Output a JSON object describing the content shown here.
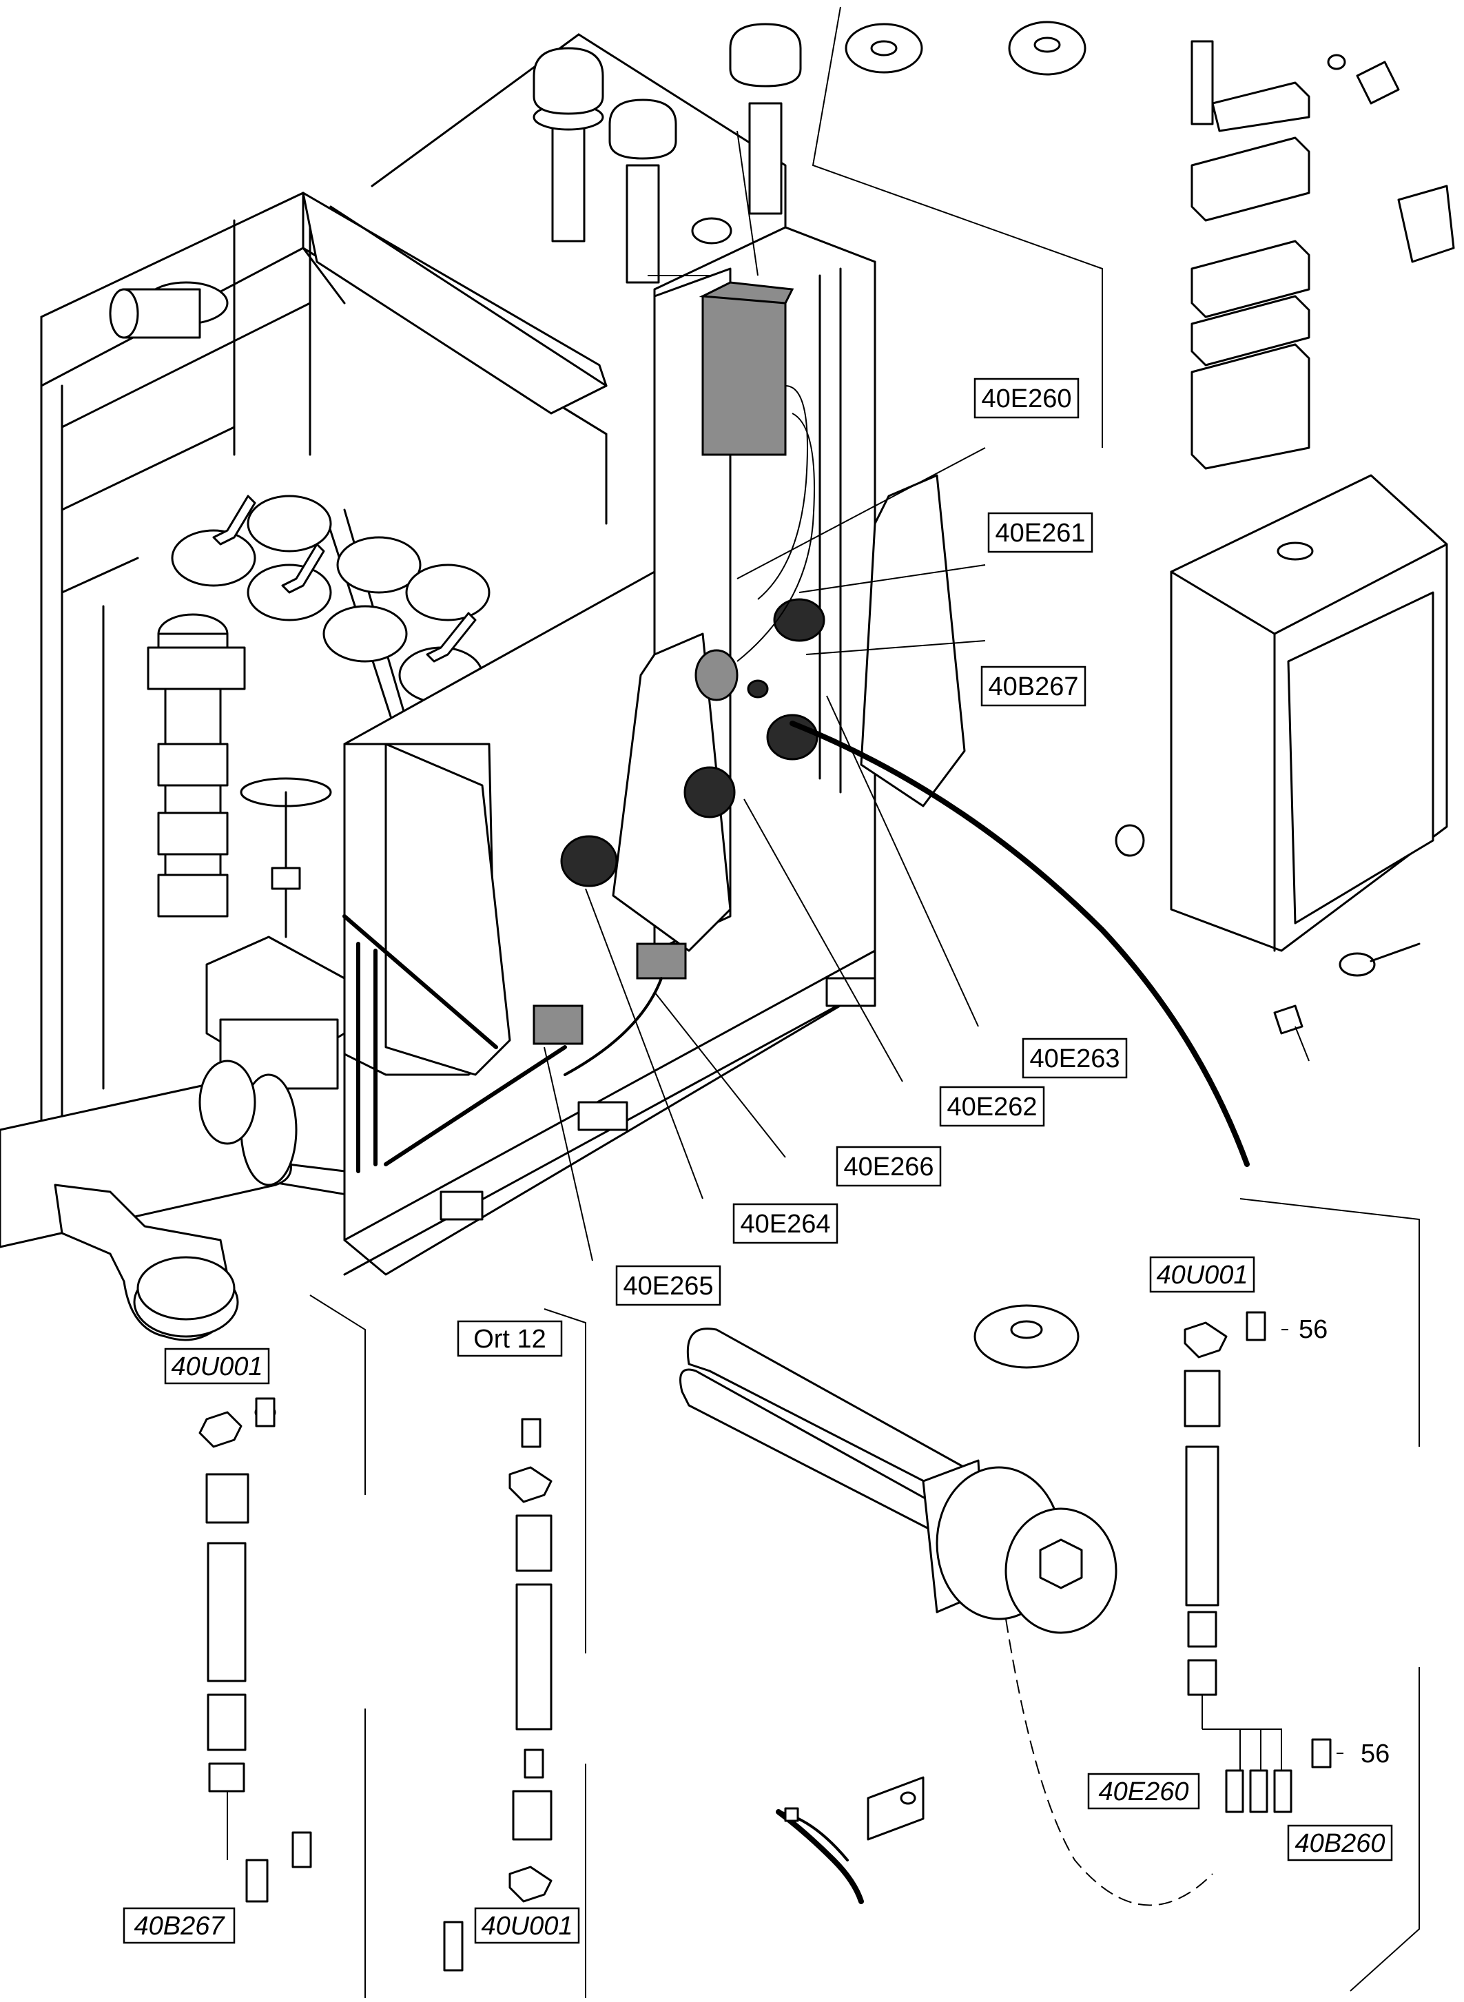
{
  "labels": {
    "e260_top": "40E260",
    "e261": "40E261",
    "b267_top": "40B267",
    "e263": "40E263",
    "e262": "40E262",
    "e266": "40E266",
    "e264": "40E264",
    "e265": "40E265",
    "u001_right": "40U001",
    "u001_left": "40U001",
    "u001_mid": "40U001",
    "ort12": "Ort 12",
    "e260_bottom": "40E260",
    "b260": "40B260",
    "b267_bottom": "40B267"
  },
  "numbers": {
    "n56_top": "56",
    "n56_bottom": "56"
  },
  "colors": {
    "line": "#000000",
    "shade": "#8c8c8c",
    "dark": "#2a2a2a",
    "background": "#ffffff"
  }
}
